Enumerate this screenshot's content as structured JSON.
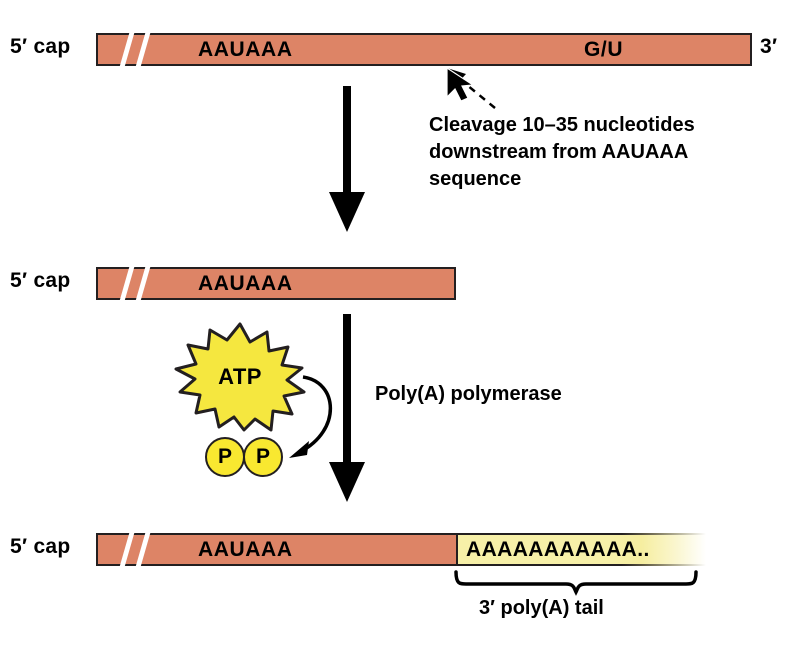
{
  "figure": {
    "title": "mRNA 3' end cleavage and polyadenylation",
    "colors": {
      "transcript": "#dd8466",
      "transcript_outline": "#231f20",
      "poly_a_tail": "#f7f0a8",
      "atp_burst": "#f5e73f",
      "phosphate": "#f9e830",
      "arrow": "#000000",
      "background": "#ffffff"
    }
  },
  "stages": [
    {
      "id": "pre-cleavage",
      "five_prime_label": "5′ cap",
      "three_prime_label": "3′",
      "signal_label": "AAUAAA",
      "gu_label": "G/U"
    },
    {
      "id": "cleaved",
      "five_prime_label": "5′ cap",
      "signal_label": "AAUAAA"
    },
    {
      "id": "polyadenylated",
      "five_prime_label": "5′ cap",
      "signal_label": "AAUAAA",
      "tail_label": "AAAAAAAAAAA..",
      "brace_label": "3′ poly(A) tail"
    }
  ],
  "annotations": {
    "cleavage_note": [
      "Cleavage 10–35 nucleotides",
      "downstream from AAUAAA",
      "sequence"
    ],
    "enzyme_label": "Poly(A) polymerase",
    "atp_label": "ATP",
    "phosphate_label_1": "P",
    "phosphate_label_2": "P"
  }
}
